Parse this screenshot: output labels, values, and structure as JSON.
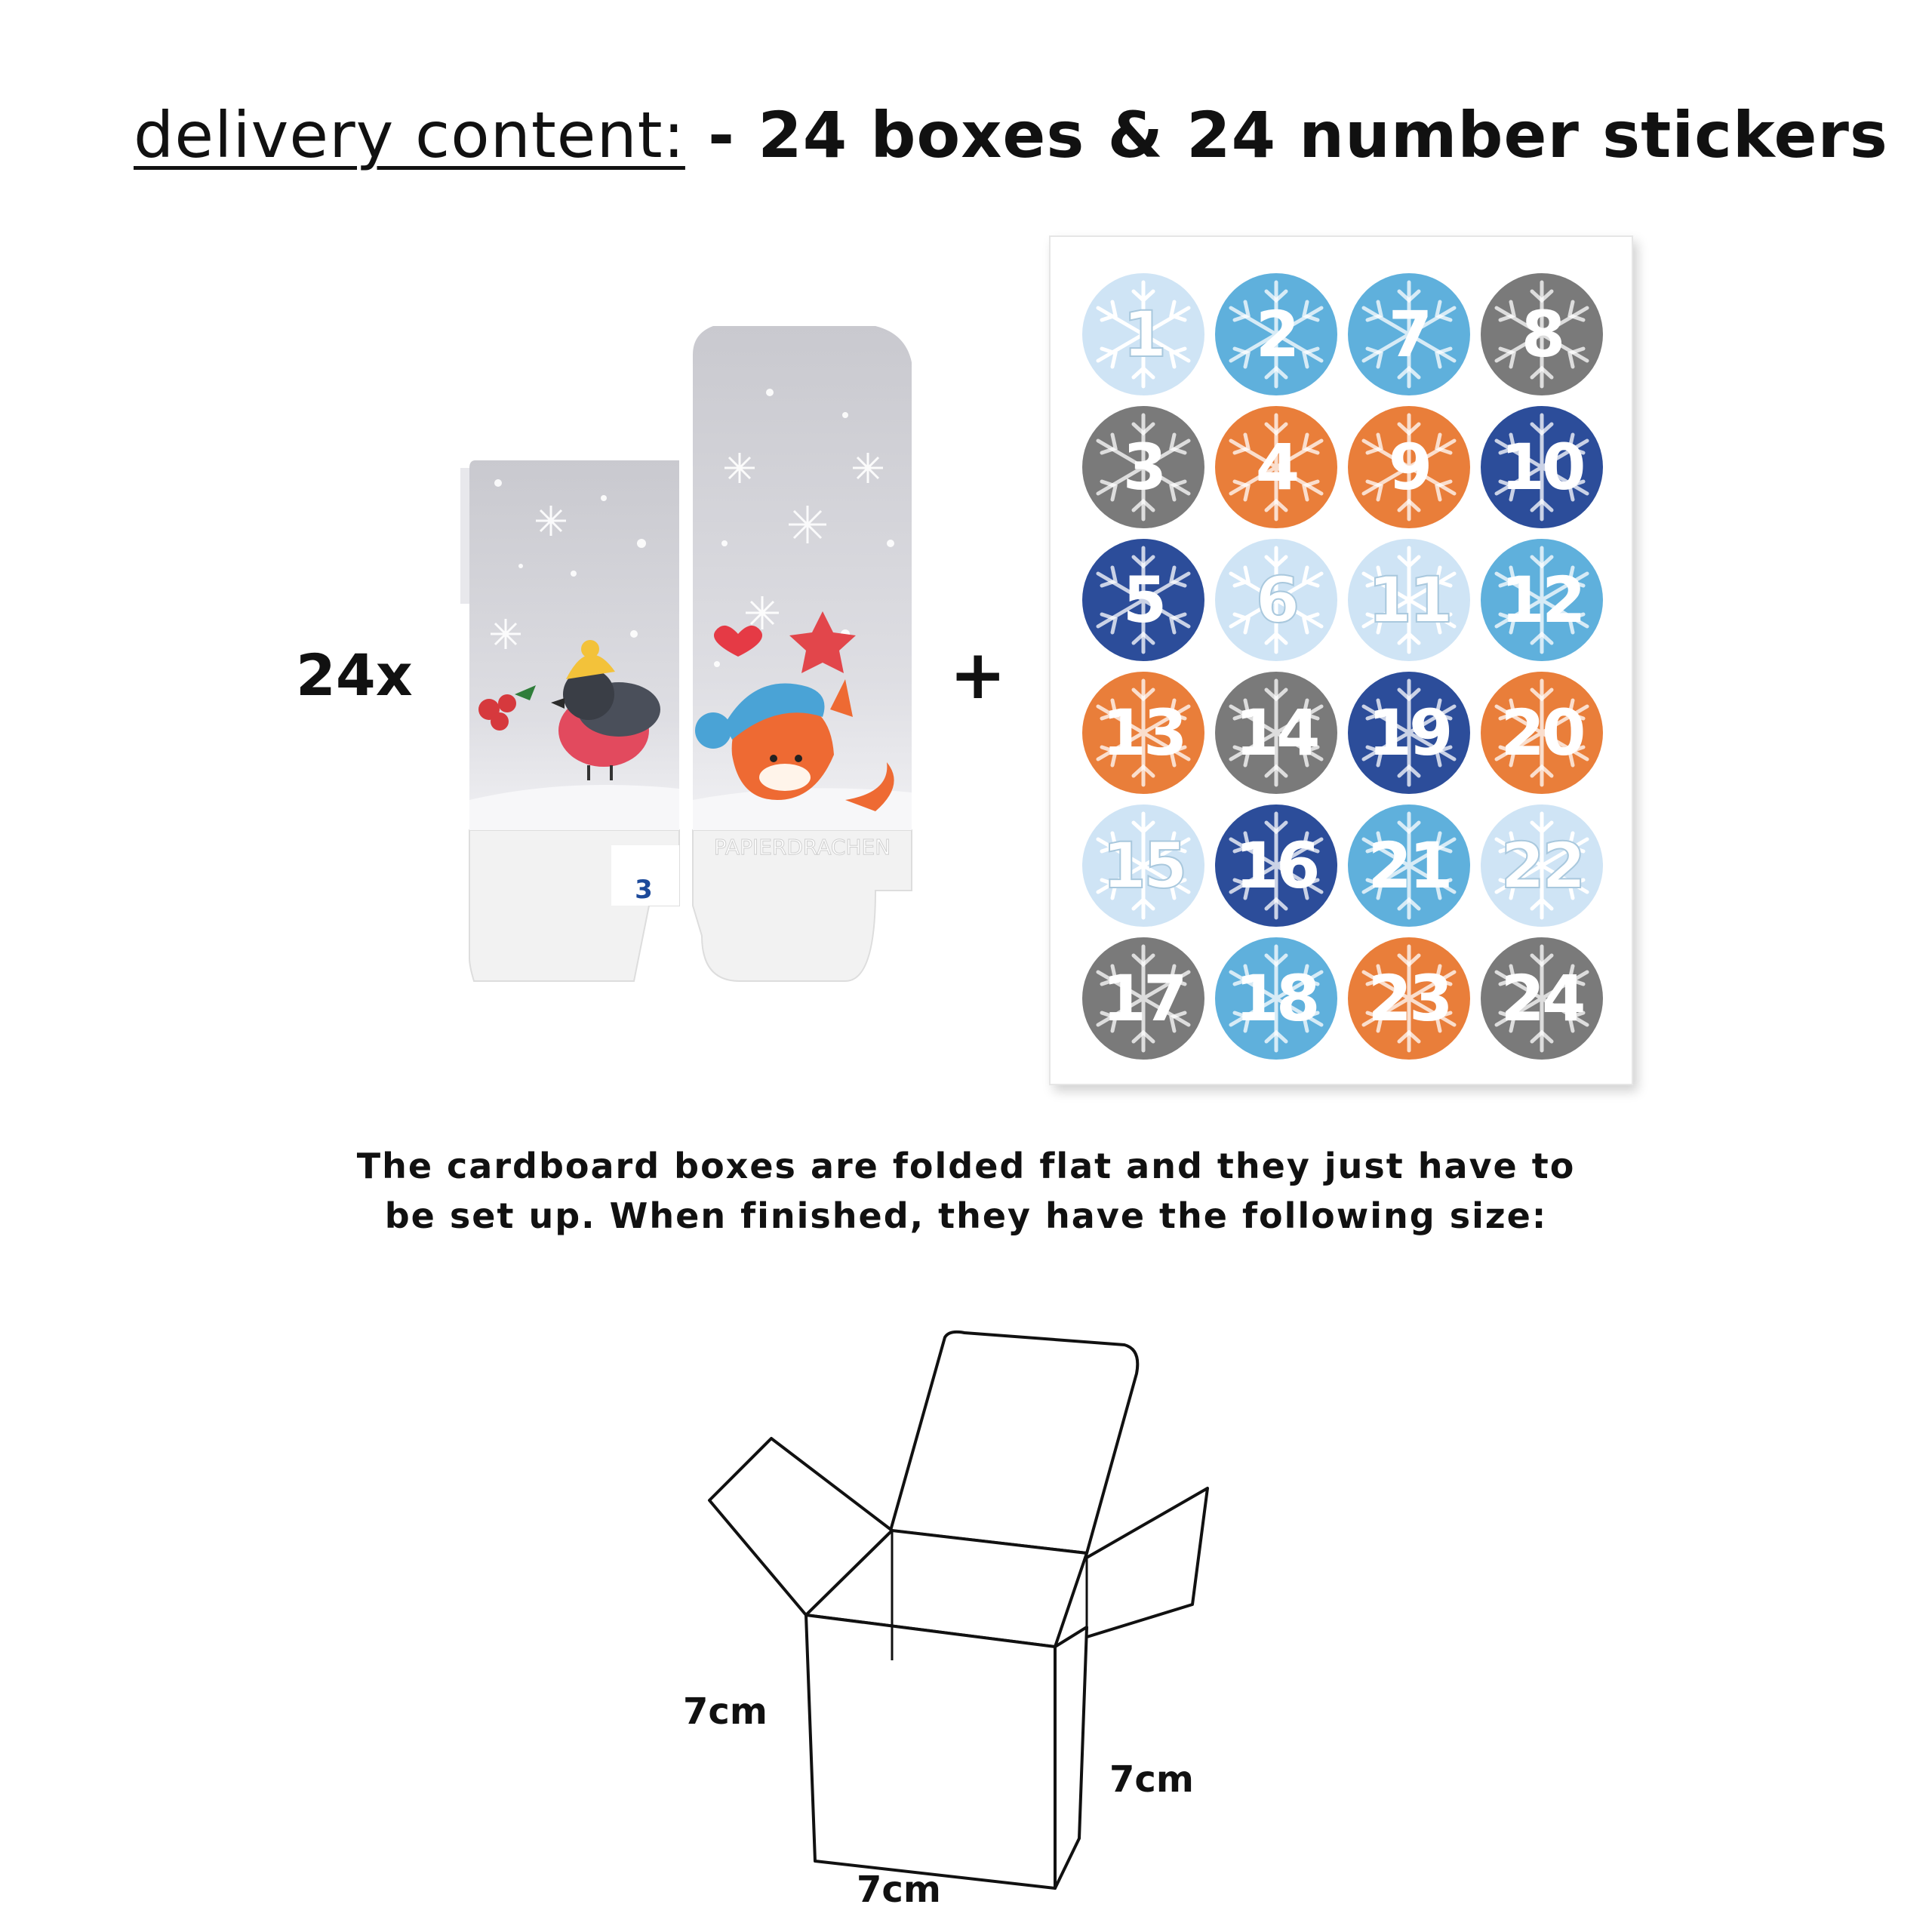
{
  "headline": {
    "label": "delivery content:",
    "text": " - 24 boxes & 24 number stickers"
  },
  "box_count": "24x",
  "plus_sign": "+",
  "box": {
    "brand": "PAPIERDRACHEN",
    "number": "3"
  },
  "stickers": {
    "numbers": [
      "1",
      "2",
      "7",
      "8",
      "3",
      "4",
      "9",
      "10",
      "5",
      "6",
      "11",
      "12",
      "13",
      "14",
      "19",
      "20",
      "15",
      "16",
      "21",
      "22",
      "17",
      "18",
      "23",
      "24"
    ],
    "colors": {
      "light_blue": "#cfe4f5",
      "sky_blue": "#5fb0dc",
      "gray": "#7a7a7a",
      "orange": "#e97e3a",
      "navy": "#2c4d9a"
    }
  },
  "description": {
    "line1": "The cardboard boxes are folded flat and they just have to",
    "line2": "be set up. When finished, they have the following size:"
  },
  "dimensions": {
    "height": "7cm",
    "depth": "7cm",
    "width": "7cm"
  }
}
